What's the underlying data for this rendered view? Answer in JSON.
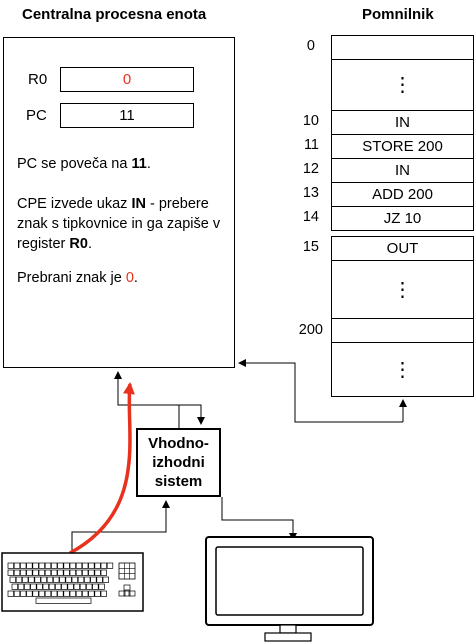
{
  "cpu": {
    "title": "Centralna procesna enota",
    "registers": [
      {
        "name": "R0",
        "value": "0"
      },
      {
        "name": "PC",
        "value": "11"
      }
    ],
    "text": {
      "p1_prefix": "PC se poveča na ",
      "p1_bold": "11",
      "p1_suffix": ".",
      "p2_prefix": "CPE izvede ukaz ",
      "p2_bold1": "IN",
      "p2_mid": " - prebere znak s tipkovnice in ga zapiše v register ",
      "p2_bold2": "R0",
      "p2_suffix": ".",
      "p3_prefix": "Prebrani znak je ",
      "p3_value": "0",
      "p3_suffix": "."
    }
  },
  "memory": {
    "title": "Pomnilnik",
    "addresses": [
      "0",
      "10",
      "11",
      "12",
      "13",
      "14",
      "15",
      "200"
    ],
    "instructions": [
      "IN",
      "STORE 200",
      "IN",
      "ADD 200",
      "JZ 10",
      "OUT"
    ],
    "ellipsis": "⋮"
  },
  "io": {
    "label": "Vhodno-izhodni sistem",
    "line1": "Vhodno-",
    "line2": "izhodni",
    "line3": "sistem"
  },
  "devices": {
    "keyboard_icon": "keyboard-icon",
    "monitor_icon": "monitor-icon"
  },
  "colors": {
    "highlight": "#e8321e",
    "line": "#000000"
  }
}
